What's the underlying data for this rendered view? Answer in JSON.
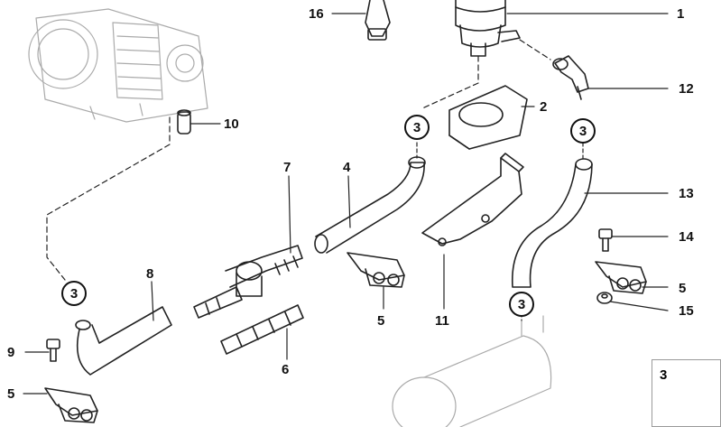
{
  "callouts": {
    "n16": "16",
    "n1": "1",
    "n12": "12",
    "n2": "2",
    "n10": "10",
    "n7": "7",
    "n4": "4",
    "n13": "13",
    "n14": "14",
    "n5a": "5",
    "n5b": "5",
    "n5c": "5",
    "n11": "11",
    "n8": "8",
    "n15": "15",
    "n9": "9",
    "n6": "6"
  },
  "circle_refs": {
    "c1": "3",
    "c2": "3",
    "c3": "3",
    "c4": "3"
  },
  "legend": {
    "number": "3",
    "icon": "hose-clamp-icon"
  }
}
